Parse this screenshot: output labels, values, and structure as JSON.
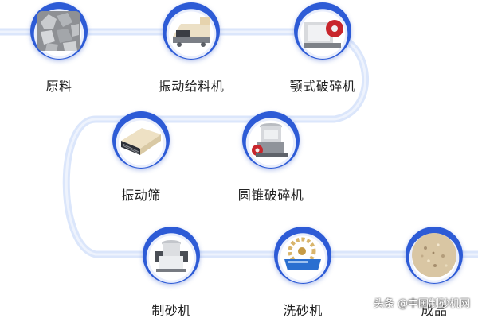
{
  "steps": [
    {
      "label": "原料",
      "icon": "raw-stone-icon"
    },
    {
      "label": "振动给料机",
      "icon": "vibrating-feeder-icon"
    },
    {
      "label": "颚式破碎机",
      "icon": "jaw-crusher-icon"
    },
    {
      "label": "振动筛",
      "icon": "vibrating-screen-icon"
    },
    {
      "label": "圆锥破碎机",
      "icon": "cone-crusher-icon"
    },
    {
      "label": "制砂机",
      "icon": "sand-making-machine-icon"
    },
    {
      "label": "洗砂机",
      "icon": "sand-washer-icon"
    },
    {
      "label": "成品",
      "icon": "finished-sand-icon"
    }
  ],
  "watermark": "头条 @中国制砂机网",
  "colors": {
    "ring": "#2d5bd6",
    "path": "#dbe6fb"
  }
}
